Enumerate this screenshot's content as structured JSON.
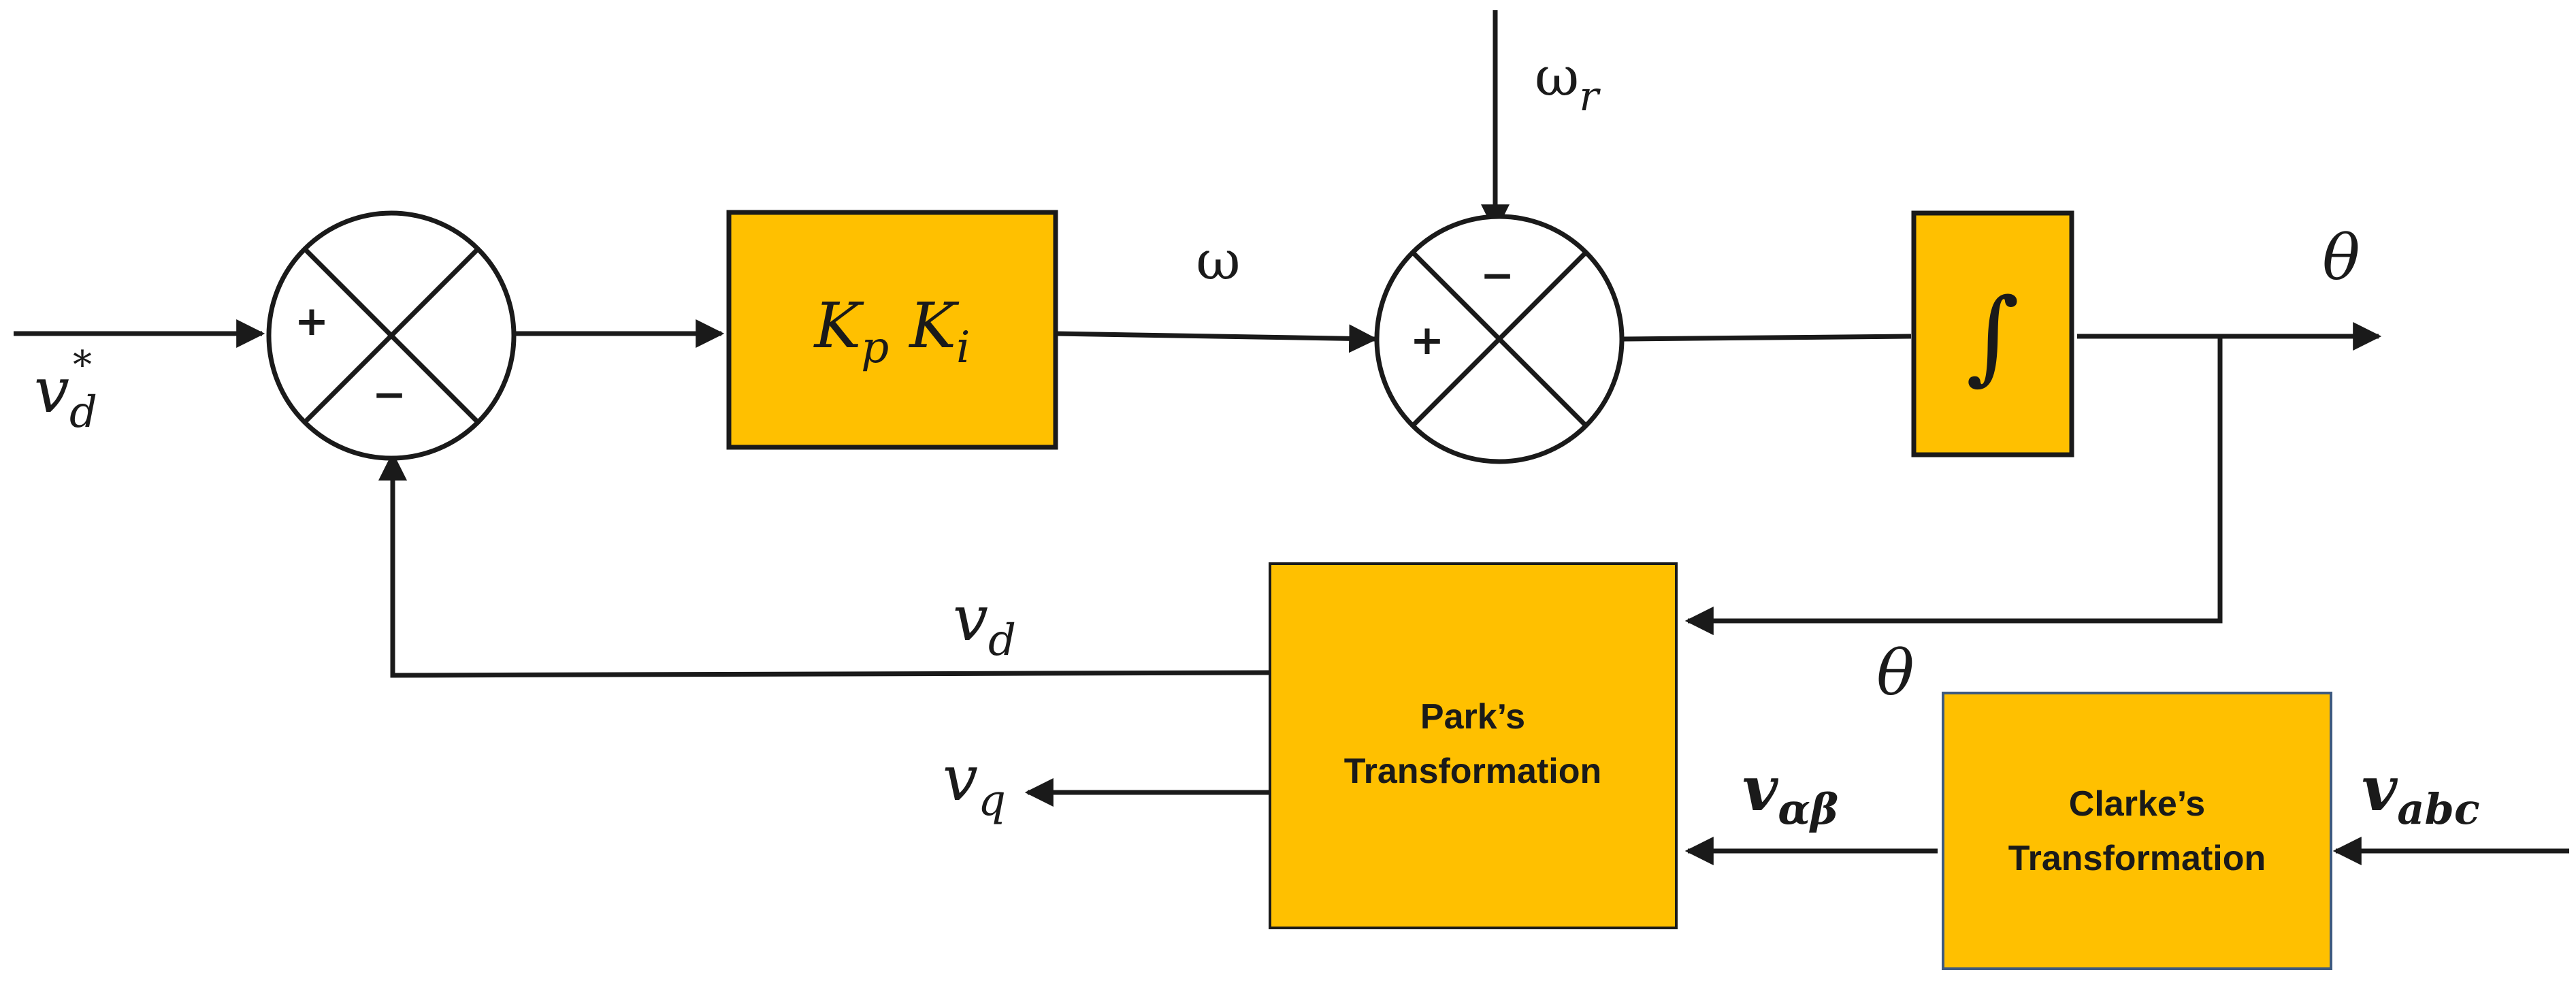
{
  "colors": {
    "block_fill": "#FFC000",
    "wire": "#1a1a1a",
    "clarke_border": "#3d5a80"
  },
  "signals": {
    "vd_star_base": "v",
    "vd_star_sub": "d",
    "vd_star_sup": "*",
    "omega_r_base": "ω",
    "omega_r_sub": "r",
    "omega": "ω",
    "theta_out": "θ",
    "theta_feedback": "θ",
    "vd_base": "v",
    "vd_sub": "d",
    "vq_base": "v",
    "vq_sub": "q",
    "valphabeta_base": "v",
    "valphabeta_sub": "αβ",
    "vabc_base": "v",
    "vabc_sub": "abc"
  },
  "summer1": {
    "plus": "+",
    "minus": "−"
  },
  "summer2": {
    "plus": "+",
    "minus": "−"
  },
  "pi_block": {
    "kp_base": "K",
    "kp_sub": "p",
    "ki_base": "K",
    "ki_sub": "i"
  },
  "integrator": {
    "symbol": "∫"
  },
  "park_block": {
    "line1": "Park’s",
    "line2": "Transformation"
  },
  "clarke_block": {
    "line1": "Clarke’s",
    "line2": "Transformation"
  }
}
